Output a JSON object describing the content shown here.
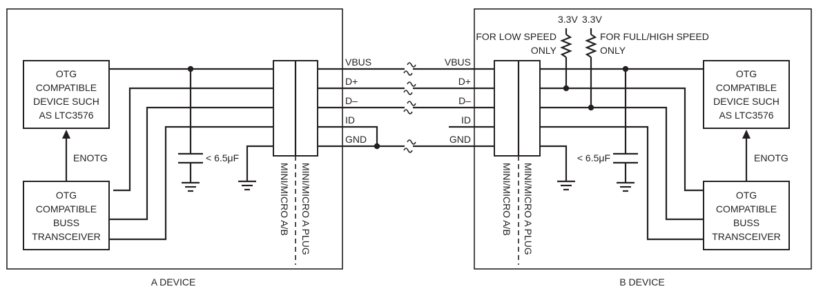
{
  "devices": {
    "a": {
      "title": "A DEVICE",
      "otg_device": [
        "OTG",
        "COMPATIBLE",
        "DEVICE SUCH",
        "AS LTC3576"
      ],
      "transceiver": [
        "OTG",
        "COMPATIBLE",
        "BUSS",
        "TRANSCEIVER"
      ],
      "enotg": "ENOTG",
      "cap": "< 6.5μF",
      "connector_left": "MINI/MICRO A/B",
      "connector_right": "MINI/MICRO A PLUG"
    },
    "b": {
      "title": "B DEVICE",
      "otg_device": [
        "OTG",
        "COMPATIBLE",
        "DEVICE SUCH",
        "AS LTC3576"
      ],
      "transceiver": [
        "OTG",
        "COMPATIBLE",
        "BUSS",
        "TRANSCEIVER"
      ],
      "enotg": "ENOTG",
      "cap": "< 6.5μF",
      "connector_left": "MINI/MICRO A/B",
      "connector_right": "MINI/MICRO A PLUG",
      "pullup_voltage_1": "3.3V",
      "pullup_voltage_2": "3.3V",
      "low_speed": [
        "FOR LOW SPEED",
        "ONLY"
      ],
      "full_speed": [
        "FOR FULL/HIGH SPEED",
        "ONLY"
      ]
    }
  },
  "signals": [
    "VBUS",
    "D+",
    "D–",
    "ID",
    "GND"
  ]
}
